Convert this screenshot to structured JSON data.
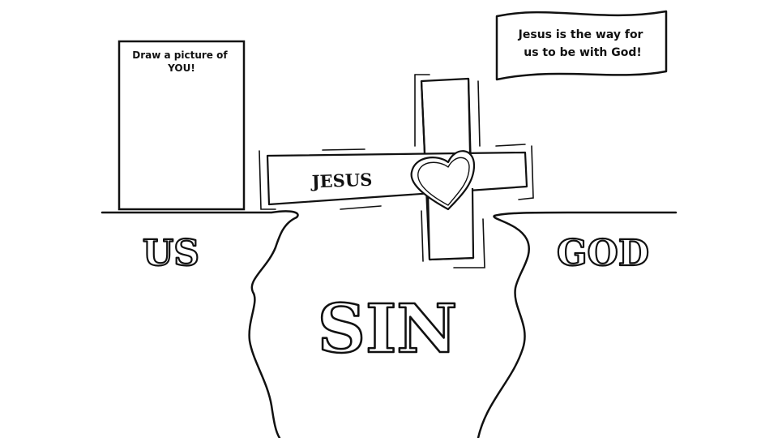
{
  "frame": {
    "prompt": "Draw a picture of YOU!"
  },
  "banner": {
    "line1": "Jesus is the way for",
    "line2": "us to be with God!"
  },
  "cross": {
    "label": "JESUS"
  },
  "cliffs": {
    "left_label": "US",
    "right_label": "GOD"
  },
  "chasm": {
    "label": "SIN"
  },
  "colors": {
    "ink": "#111111",
    "paper": "#ffffff"
  }
}
